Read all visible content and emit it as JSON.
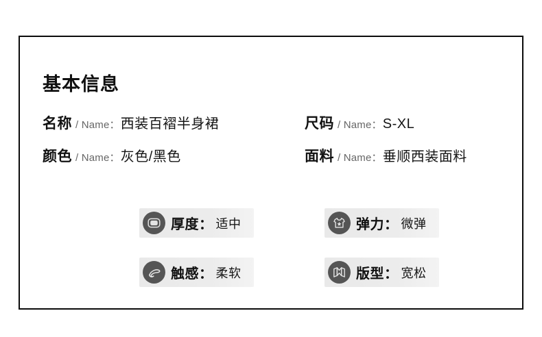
{
  "card": {
    "title": "基本信息",
    "border_color": "#0a0a0a",
    "background": "#ffffff"
  },
  "specs": [
    {
      "label": "名称",
      "sub": "/ Name：",
      "value": "西装百褶半身裙"
    },
    {
      "label": "尺码",
      "sub": "/ Name：",
      "value": "S-XL"
    },
    {
      "label": "颜色",
      "sub": "/ Name：",
      "value": "灰色/黑色"
    },
    {
      "label": "面料",
      "sub": "/ Name：",
      "value": "垂顺西装面料"
    }
  ],
  "badges": [
    {
      "icon": "thickness-pillow-icon",
      "label": "厚度：",
      "value": "适中"
    },
    {
      "icon": "elasticity-shirt-icon",
      "label": "弹力：",
      "value": "微弹"
    },
    {
      "icon": "touch-fabric-fold-icon",
      "label": "触感：",
      "value": "柔软"
    },
    {
      "icon": "fit-folded-map-icon",
      "label": "版型：",
      "value": "宽松"
    }
  ],
  "colors": {
    "icon_circle": "#555555",
    "icon_glyph": "#e3e3e3",
    "badge_bg_start": "#e9e9e9",
    "badge_bg_end": "#f3f3f3",
    "text_primary": "#111111",
    "text_muted": "#666666"
  }
}
